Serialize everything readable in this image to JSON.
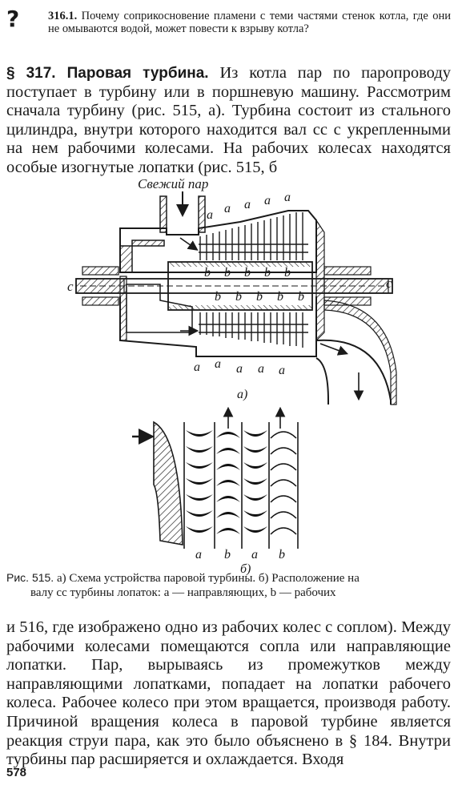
{
  "question": {
    "mark": "?",
    "number": "316.1.",
    "text": "Почему соприкосновение пламени с теми частями стенок котла, где они не омываются водой, может повести к взрыву котла?"
  },
  "section": {
    "title": "§ 317. Паровая турбина.",
    "text_top": "Из котла пар по паропроводу поступает в турбину или в поршневую машину. Рассмотрим сначала турбину (рис. 515, а). Турбина состоит из стального цилиндра, внутри которого находится вал сс с укрепленными на нем рабочими колесами. На рабочих колесах находятся особые изогнутые лопатки (рис. 515, б",
    "text_bottom": "и 516, где изображено одно из рабочих колес с соплом). Между рабочими колесами помещаются сопла или направляющие лопатки. Пар, вырываясь из промежутков между направляющими лопатками, попадает на лопатки рабочего колеса. Рабочее колесо при этом вращается, производя работу. Причиной вращения колеса в паровой турбине является реакция струи пара, как это было объяснено в § 184. Внутри турбины пар расширяется и охлаждается. Входя"
  },
  "figure": {
    "fresh_steam_label": "Свежий пар",
    "label_a": "а",
    "label_b": "b",
    "label_c": "с",
    "part_a": "а)",
    "part_b": "б)"
  },
  "caption": {
    "lead": "Рис. 515.",
    "line1": "а) Схема устройства паровой турбины. б) Расположение на",
    "line2": "валу сс турбины лопаток: а — направляющих, b — рабочих"
  },
  "page_number": "578"
}
